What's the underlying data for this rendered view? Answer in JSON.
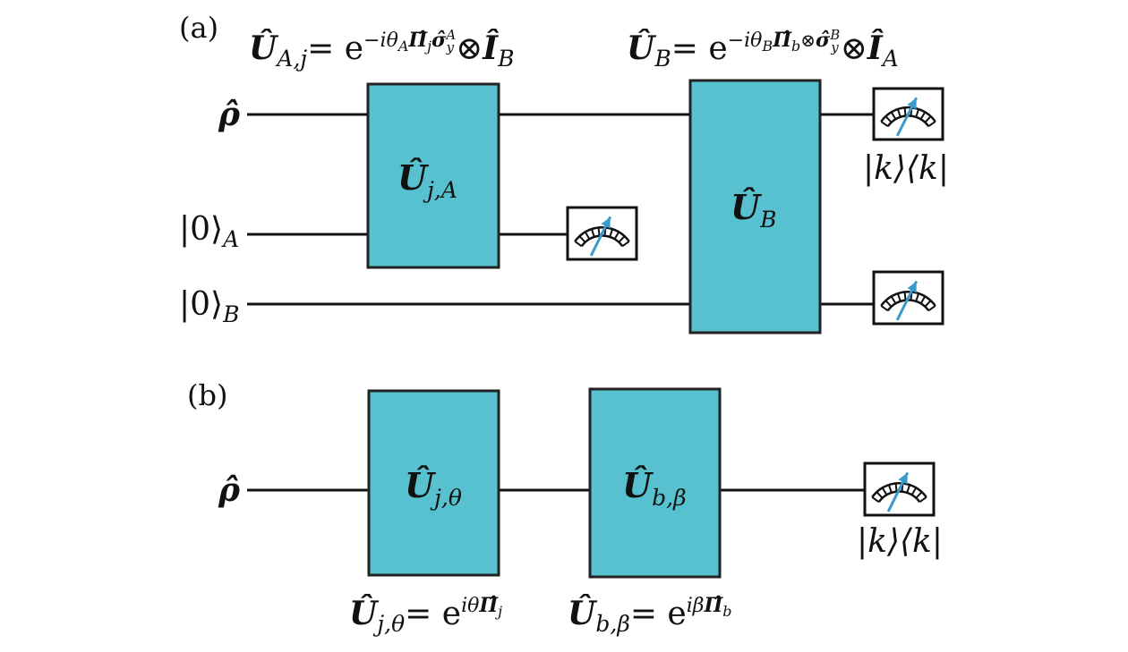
{
  "colors": {
    "gate_fill": "#58C1D0",
    "wire": "#111111",
    "needle": "#3A9AC9"
  },
  "panel_a": {
    "label": "(a)",
    "eq_left": {
      "lhs": "Û",
      "lhs_sub": "A,j",
      "rhs": "= e",
      "exp": "−iθ",
      "exp_sub": "A",
      "exp_op": "Π̂",
      "exp_op_sub": "j",
      "exp_sigma": "σ̂",
      "exp_sigma_sub": "y",
      "exp_sigma_sup": "A",
      "tail": "⊗",
      "tail_op": "Î",
      "tail_sub": "B"
    },
    "eq_right": {
      "lhs": "Û",
      "lhs_sub": "B",
      "rhs": "= e",
      "exp": "−iθ",
      "exp_sub": "B",
      "exp_op": "Π̂",
      "exp_op_sub": "b",
      "exp_mid": "⊗",
      "exp_sigma": "σ̂",
      "exp_sigma_sub": "y",
      "exp_sigma_sup": "B",
      "tail": "⊗",
      "tail_op": "Î",
      "tail_sub": "A"
    },
    "inputs": [
      {
        "main": "ρ̂",
        "sub": ""
      },
      {
        "main": "|0⟩",
        "sub": "A"
      },
      {
        "main": "|0⟩",
        "sub": "B"
      }
    ],
    "gate1": {
      "main": "Û",
      "sub": "j,A"
    },
    "gate2": {
      "main": "Û",
      "sub": "B"
    },
    "meter_label": "|k⟩⟨k|"
  },
  "panel_b": {
    "label": "(b)",
    "input": {
      "main": "ρ̂"
    },
    "gate1": {
      "main": "Û",
      "sub": "j,θ"
    },
    "gate2": {
      "main": "Û",
      "sub": "b,β"
    },
    "meter_label": "|k⟩⟨k|",
    "eq1": {
      "lhs": "Û",
      "lhs_sub": "j,θ",
      "rhs": "= e",
      "exp": "iθ",
      "exp_op": "Π̂",
      "exp_op_sub": "j"
    },
    "eq2": {
      "lhs": "Û",
      "lhs_sub": "b,β",
      "rhs": "= e",
      "exp": "iβ",
      "exp_op": "Π̂",
      "exp_op_sub": "b"
    }
  }
}
